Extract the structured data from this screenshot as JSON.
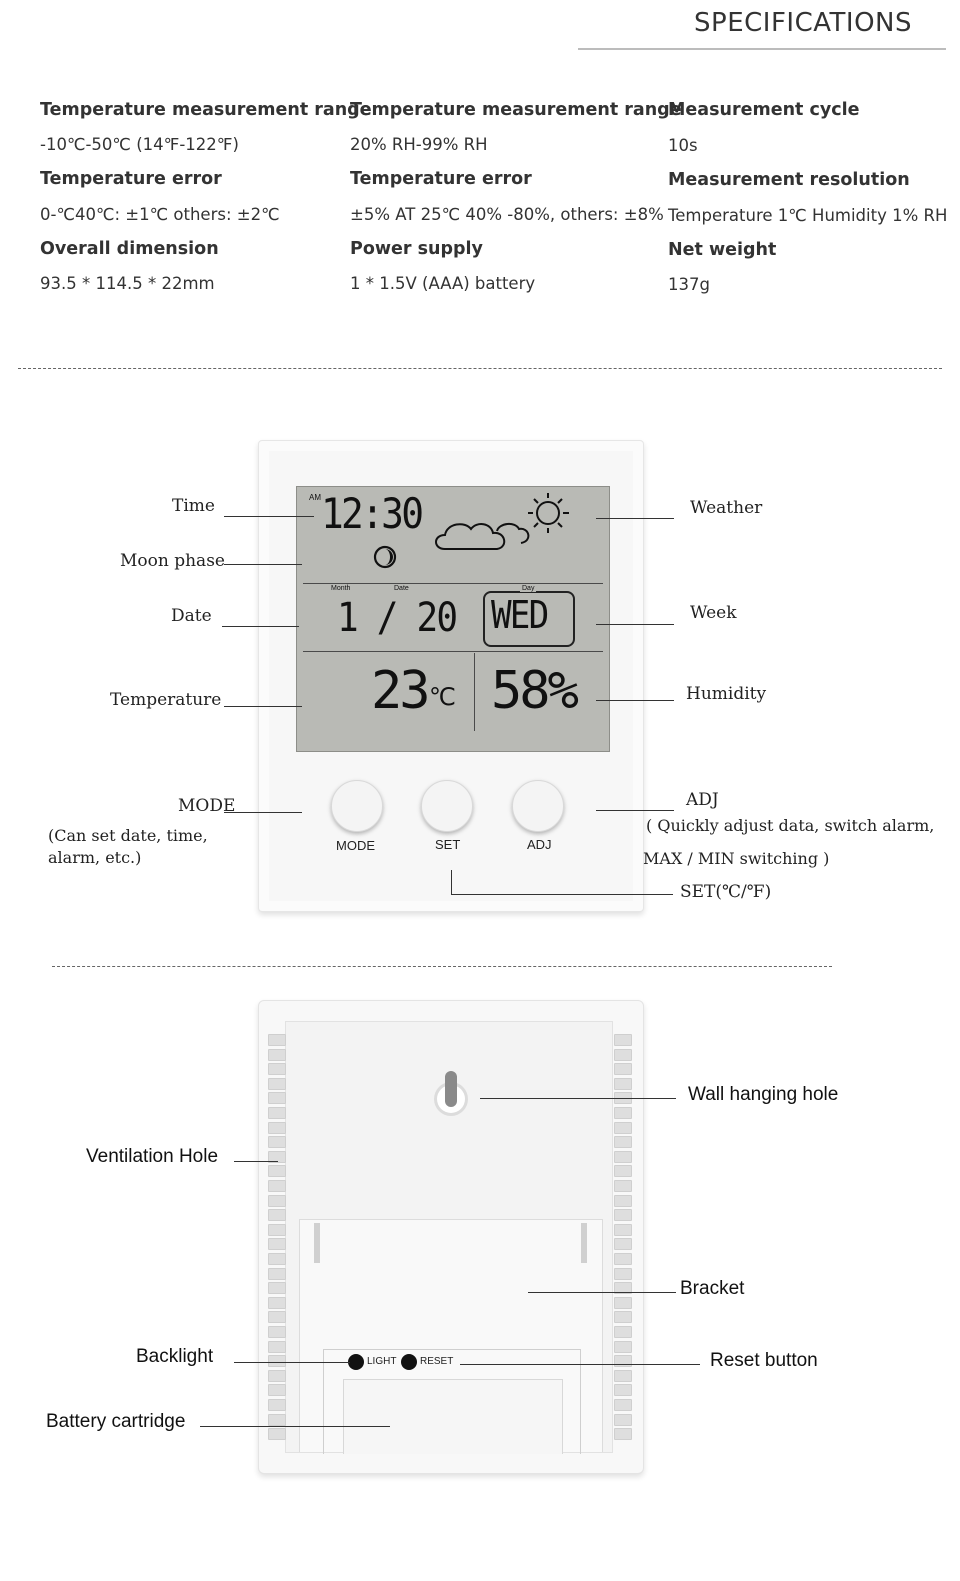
{
  "header": {
    "title": "SPECIFICATIONS"
  },
  "specs": [
    {
      "label": "Temperature measurement range",
      "value": "-10℃-50℃ (14℉-122℉)"
    },
    {
      "label": "Temperature measurement range",
      "value": "20% RH-99% RH"
    },
    {
      "label": "Measurement cycle",
      "value": "10s"
    },
    {
      "label": "Temperature error",
      "value": "0-℃40℃: ±1℃ others: ±2℃"
    },
    {
      "label": "Temperature error",
      "value": "±5% AT 25℃ 40% -80%, others: ±8%"
    },
    {
      "label": "Measurement resolution",
      "value": "Temperature 1℃ Humidity 1% RH"
    },
    {
      "label": "Overall dimension",
      "value": "93.5 * 114.5 * 22mm"
    },
    {
      "label": "Power supply",
      "value": "1 * 1.5V (AAA) battery"
    },
    {
      "label": "Net weight",
      "value": "137g"
    }
  ],
  "lcd": {
    "am": "AM",
    "time": "12:30",
    "month_label": "Month",
    "date_label": "Date",
    "day_label": "Day",
    "date": "1 / 20",
    "weekday": "WED",
    "temperature": "23",
    "temp_unit": "℃",
    "humidity": "58%"
  },
  "buttons": {
    "mode": "MODE",
    "set": "SET",
    "adj": "ADJ"
  },
  "front_callouts": {
    "time": "Time",
    "moon_phase": "Moon phase",
    "date": "Date",
    "temperature": "Temperature",
    "mode": "MODE",
    "mode_note_1": "(Can set date, time,",
    "mode_note_2": "alarm, etc.)",
    "weather": "Weather",
    "week": "Week",
    "humidity": "Humidity",
    "adj": "ADJ",
    "adj_note_1": "( Quickly adjust data, switch alarm,",
    "adj_note_2": "MAX / MIN switching )",
    "set": "SET(℃/℉)"
  },
  "back_callouts": {
    "wall_hanging_hole": "Wall hanging hole",
    "ventilation_hole": "Ventilation Hole",
    "bracket": "Bracket",
    "backlight": "Backlight",
    "reset_button": "Reset button",
    "battery_cartridge": "Battery cartridge",
    "light_label": "LIGHT",
    "reset_label": "RESET"
  }
}
